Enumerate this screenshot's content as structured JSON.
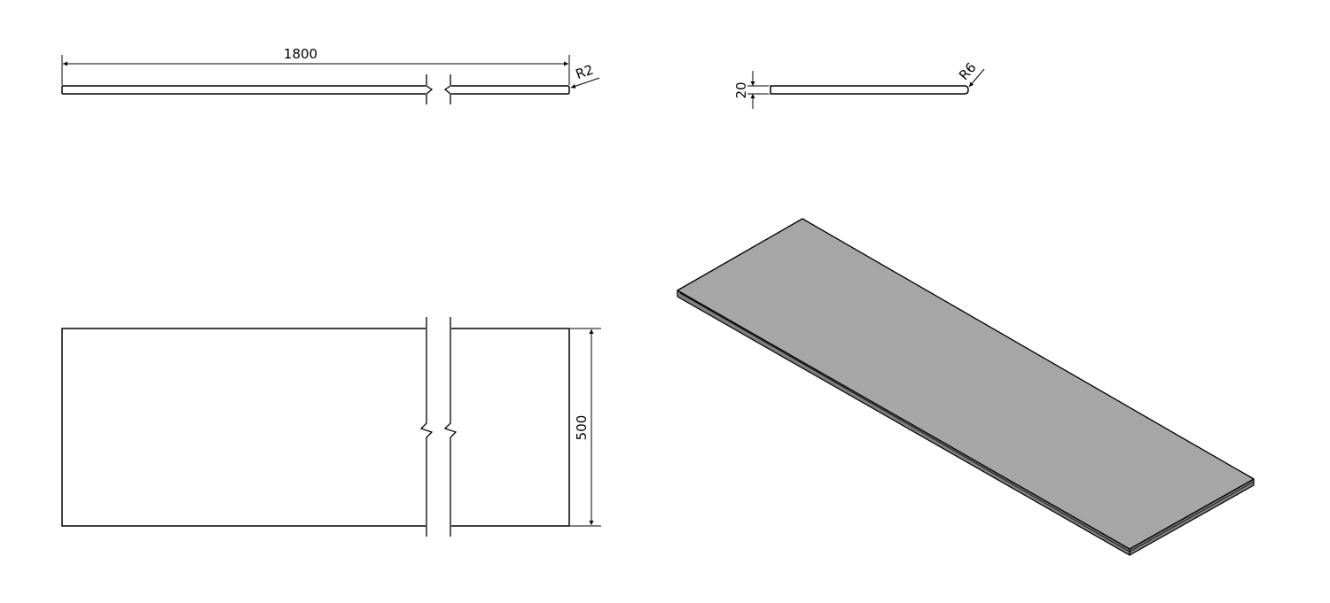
{
  "dimensions": {
    "length": "1800",
    "width": "500",
    "thickness": "20",
    "edge_radius_front": "R2",
    "edge_radius_side": "R6"
  },
  "colors": {
    "line": "#000000",
    "top_face": "#a6a6a6",
    "edge_face": "#7f7f7f",
    "background": "#ffffff"
  }
}
